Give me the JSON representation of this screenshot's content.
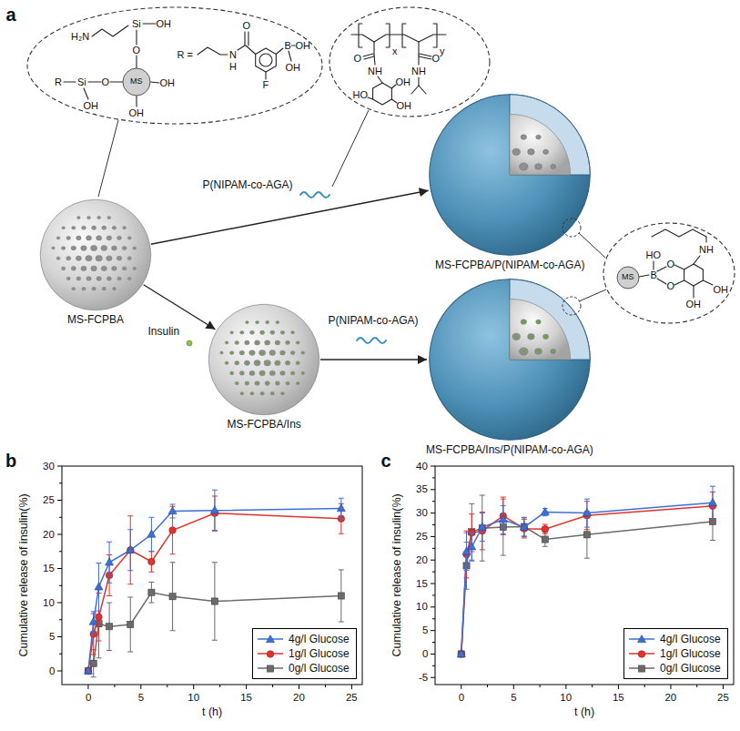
{
  "diagram": {
    "nodes": [
      {
        "text": [
          "MS-FCPBA"
        ]
      },
      {
        "text": [
          "MS-FCPBA/P(NIPAM-co-AGA)"
        ]
      },
      {
        "text": [
          "MS-FCPBA/Ins"
        ]
      },
      {
        "text": [
          "MS-FCPBA/Ins/P(NIPAM-co-AGA)"
        ]
      }
    ],
    "edges": [
      {
        "from": 0,
        "to": 1,
        "arrow": "to",
        "label": "P(NIPAM-co-AGA)"
      },
      {
        "from": 0,
        "to": 2,
        "arrow": "to",
        "label": "Insulin"
      },
      {
        "from": 2,
        "to": 3,
        "arrow": "to",
        "label": "P(NIPAM-co-AGA)"
      }
    ],
    "labels": [
      "a",
      "H₂N",
      "Si",
      "OH",
      "O",
      "MS",
      "O",
      "Si",
      "R",
      "OH",
      "OH",
      "OH",
      "R =",
      "H",
      "N",
      "O",
      "F",
      "B",
      "OH",
      "OH",
      "O",
      "NH",
      "HO",
      "OH",
      "OH",
      "x",
      "O",
      "NH",
      "y",
      "MS",
      "HO",
      "B",
      "O",
      "O",
      "NH",
      "OH",
      "OH",
      "b",
      "Cumulative release of insulin(%)",
      "0",
      "5",
      "10",
      "15",
      "20",
      "25",
      "30",
      "0",
      "5",
      "10",
      "15",
      "20",
      "25",
      "t (h)",
      "c",
      "Cumulative release of insulin(%)",
      "-5",
      "0",
      "5",
      "10",
      "15",
      "20",
      "25",
      "30",
      "35",
      "40",
      "0",
      "5",
      "10",
      "15",
      "20",
      "25",
      "t (h)"
    ],
    "legend": [
      {
        "text": "4g/l Glucose"
      },
      {
        "text": "1g/l Glucose"
      },
      {
        "text": "0g/l Glucose"
      },
      {
        "text": "4g/l Glucose"
      },
      {
        "text": "1g/l Glucose"
      },
      {
        "text": "0g/l Glucose"
      }
    ]
  }
}
